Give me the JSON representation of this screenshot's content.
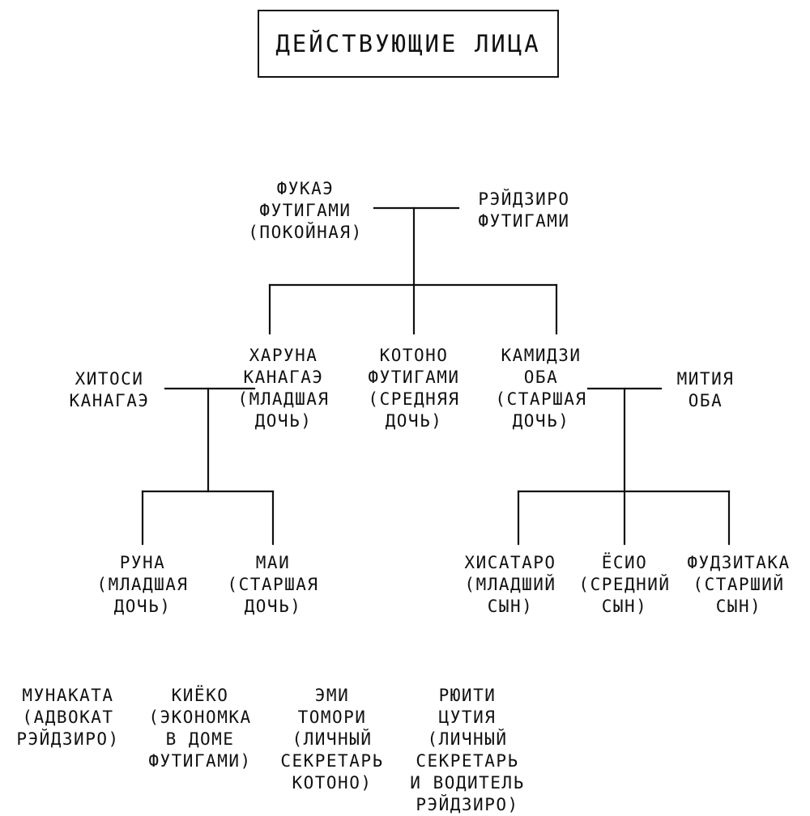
{
  "title": "ДЕЙСТВУЮЩИЕ ЛИЦА",
  "people": {
    "fukae": {
      "lines": [
        "ФУКАЭ",
        "ФУТИГАМИ",
        "(ПОКОЙНАЯ)"
      ]
    },
    "reijiro": {
      "lines": [
        "РЭЙДЗИРО",
        "ФУТИГАМИ"
      ]
    },
    "haruna": {
      "lines": [
        "ХАРУНА",
        "КАНАГАЭ",
        "(МЛАДШАЯ",
        "ДОЧЬ)"
      ]
    },
    "kotono": {
      "lines": [
        "КОТОНО",
        "ФУТИГАМИ",
        "(СРЕДНЯЯ",
        "ДОЧЬ)"
      ]
    },
    "kamiji": {
      "lines": [
        "КАМИДЗИ",
        "ОБА",
        "(СТАРШАЯ",
        "ДОЧЬ)"
      ]
    },
    "hitoshi": {
      "lines": [
        "ХИТОСИ",
        "КАНАГАЭ"
      ]
    },
    "michiya": {
      "lines": [
        "МИТИЯ",
        "ОБА"
      ]
    },
    "runa": {
      "lines": [
        "РУНА",
        "(МЛАДШАЯ",
        "ДОЧЬ)"
      ]
    },
    "mai": {
      "lines": [
        "МАИ",
        "(СТАРШАЯ",
        "ДОЧЬ)"
      ]
    },
    "hisataro": {
      "lines": [
        "ХИСАТАРО",
        "(МЛАДШИЙ",
        "СЫН)"
      ]
    },
    "yoshio": {
      "lines": [
        "ЁСИО",
        "(СРЕДНИЙ",
        "СЫН)"
      ]
    },
    "fujitaka": {
      "lines": [
        "ФУДЗИТАКА",
        "(СТАРШИЙ",
        "СЫН)"
      ]
    }
  },
  "others": {
    "munakata": {
      "lines": [
        "МУНАКАТА",
        "(АДВОКАТ",
        "РЭЙДЗИРО)"
      ]
    },
    "kieko": {
      "lines": [
        "КИЁКО",
        "(ЭКОНОМКА",
        "В ДОМЕ",
        "ФУТИГАМИ)"
      ]
    },
    "emi": {
      "lines": [
        "ЭМИ",
        "ТОМОРИ",
        "(ЛИЧНЫЙ",
        "СЕКРЕТАРЬ",
        "КОТОНО)"
      ]
    },
    "ryuichi": {
      "lines": [
        "РЮИТИ",
        "ЦУТИЯ",
        "(ЛИЧНЫЙ",
        "СЕКРЕТАРЬ",
        "И ВОДИТЕЛЬ",
        "РЭЙДЗИРО)"
      ]
    }
  }
}
